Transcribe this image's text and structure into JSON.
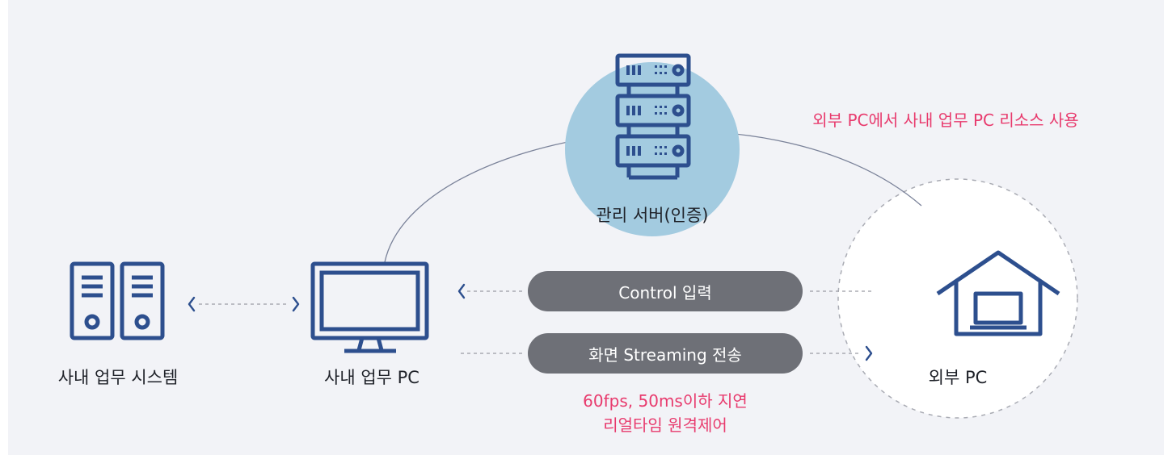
{
  "nodes": {
    "internal_system": "사내 업무 시스템",
    "internal_pc": "사내 업무 PC",
    "server": "관리 서버(인증)",
    "external_pc": "외부 PC"
  },
  "annotations": {
    "resource_use": "외부 PC에서 사내 업무 PC 리소스 사용",
    "latency_line1": "60fps, 50ms이하 지연",
    "latency_line2": "리얼타임 원격제어"
  },
  "flows": {
    "control": "Control 입력",
    "streaming": "화면 Streaming 전송"
  },
  "colors": {
    "icon_blue": "#2d4f8e",
    "accent_pink": "#e83a6d",
    "pill_gray": "#6e7077",
    "server_circle": "#a3cbe0",
    "background": "#f2f3f7"
  },
  "icons": [
    "server-rack-icon",
    "tower-pc-icon",
    "monitor-icon",
    "house-laptop-icon"
  ]
}
